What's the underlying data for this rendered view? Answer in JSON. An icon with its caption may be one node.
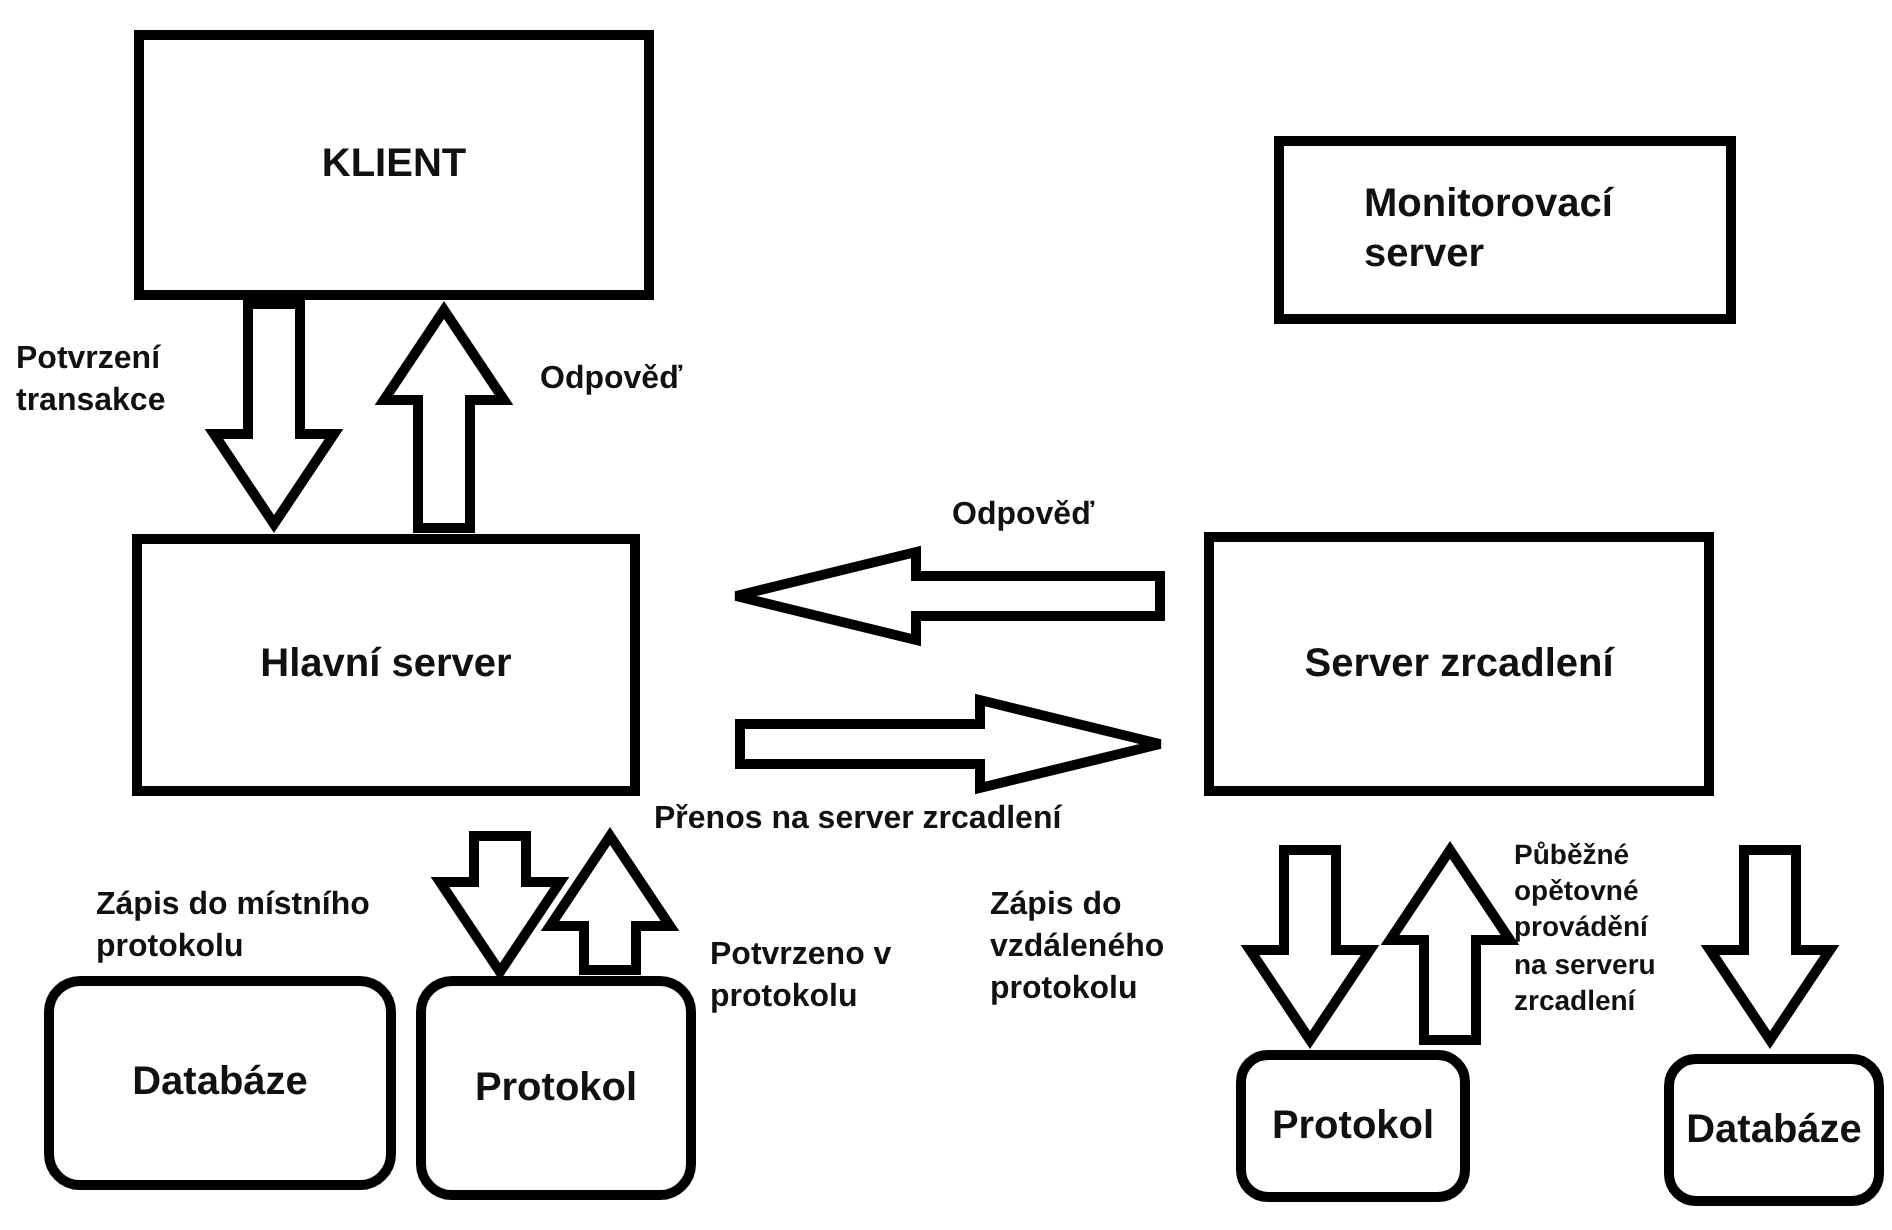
{
  "diagram": {
    "nodes": [
      {
        "text": [
          "KLIENT"
        ]
      },
      {
        "text": [
          "Monitorovací server"
        ]
      },
      {
        "text": [
          "Hlavní server"
        ]
      },
      {
        "text": [
          "Server zrcadlení"
        ]
      },
      {
        "text": [
          "Databáze"
        ]
      },
      {
        "text": [
          "Protokol"
        ]
      },
      {
        "text": [
          "Protokol"
        ]
      },
      {
        "text": [
          "Databáze"
        ]
      }
    ],
    "edges": [
      {
        "from": 0,
        "to": 2,
        "arrow": "to",
        "label": "Potvrzení transakce"
      },
      {
        "from": 2,
        "to": 0,
        "arrow": "to",
        "label": "Odpověď"
      },
      {
        "from": 3,
        "to": 2,
        "arrow": "to",
        "label": "Odpověď"
      },
      {
        "from": 2,
        "to": 3,
        "arrow": "to",
        "label": "Přenos na server zrcadlení"
      },
      {
        "from": 2,
        "to": 5,
        "arrow": "to",
        "label": "Zápis do místního protokolu"
      },
      {
        "from": 5,
        "to": 2,
        "arrow": "to",
        "label": "Potvrzeno v protokolu"
      },
      {
        "from": 3,
        "to": 6,
        "arrow": "to",
        "label": "Zápis do vzdáleného protokolu"
      },
      {
        "from": 6,
        "to": 3,
        "arrow": "to",
        "label": "Půběžné opětovné provádění na serveru zrcadlení"
      },
      {
        "from": 3,
        "to": 7,
        "arrow": "to"
      }
    ]
  }
}
